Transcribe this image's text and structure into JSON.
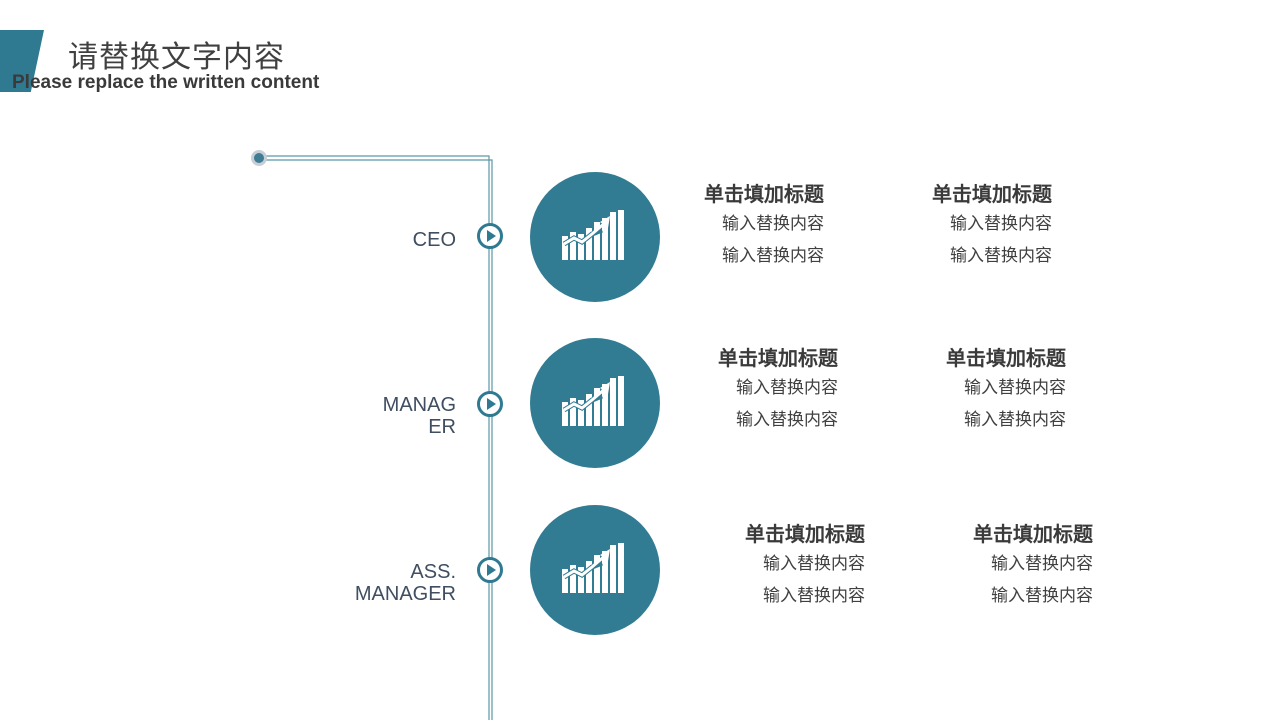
{
  "header": {
    "title": "请替换文字内容",
    "subtitle": "Please replace the written content"
  },
  "colors": {
    "accent": "#2f7a91",
    "circle": "#327c93",
    "connector": "#5a98a8",
    "label": "#3f4e60"
  },
  "rows": [
    {
      "role": "CEO",
      "icon": "bar-chart-growth-icon",
      "blocks": [
        {
          "title": "单击填加标题",
          "line1": "输入替换内容",
          "line2": "输入替换内容"
        },
        {
          "title": "单击填加标题",
          "line1": "输入替换内容",
          "line2": "输入替换内容"
        }
      ]
    },
    {
      "role": "MANAG\nER",
      "icon": "bar-chart-growth-icon",
      "blocks": [
        {
          "title": "单击填加标题",
          "line1": "输入替换内容",
          "line2": "输入替换内容"
        },
        {
          "title": "单击填加标题",
          "line1": "输入替换内容",
          "line2": "输入替换内容"
        }
      ]
    },
    {
      "role": "ASS.\nMANAGER",
      "icon": "bar-chart-growth-icon",
      "blocks": [
        {
          "title": "单击填加标题",
          "line1": "输入替换内容",
          "line2": "输入替换内容"
        },
        {
          "title": "单击填加标题",
          "line1": "输入替换内容",
          "line2": "输入替换内容"
        }
      ]
    }
  ]
}
